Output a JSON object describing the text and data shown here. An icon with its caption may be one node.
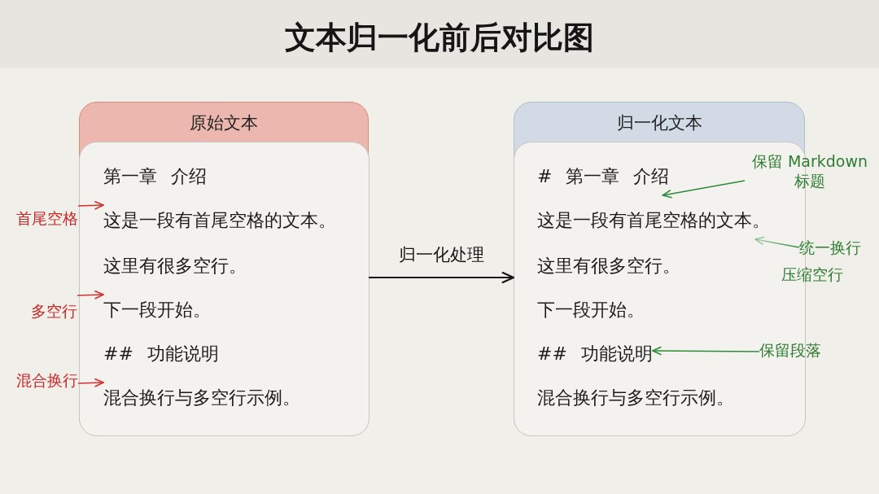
{
  "diagram": {
    "title": "文本归一化前后对比图",
    "nodes": [
      {
        "text": [
          "原始文本"
        ]
      },
      {
        "text": [
          "第一章 介绍"
        ],
        "in": 0
      },
      {
        "text": [
          "这是一段有首尾空格的文本。"
        ],
        "in": 0
      },
      {
        "text": [
          "这里有很多空行。"
        ],
        "in": 0
      },
      {
        "text": [
          "下一段开始。"
        ],
        "in": 0
      },
      {
        "text": [
          "## 功能说明"
        ],
        "in": 0
      },
      {
        "text": [
          "混合换行与多空行示例。"
        ],
        "in": 0
      },
      {
        "text": [
          "归一化文本"
        ]
      },
      {
        "text": [
          "# 第一章 介绍"
        ],
        "in": 7
      },
      {
        "text": [
          "这是一段有首尾空格的文本。"
        ],
        "in": 7
      },
      {
        "text": [
          "这里有很多空行。"
        ],
        "in": 7
      },
      {
        "text": [
          "下一段开始。"
        ],
        "in": 7
      },
      {
        "text": [
          "## 功能说明"
        ],
        "in": 7
      },
      {
        "text": [
          "混合换行与多空行示例。"
        ],
        "in": 7
      },
      {
        "text": [
          "首尾空格"
        ]
      },
      {
        "text": [
          "多空行"
        ]
      },
      {
        "text": [
          "混合换行"
        ]
      },
      {
        "text": [
          "保留 Markdown 标题"
        ]
      },
      {
        "text": [
          "统一换行"
        ]
      },
      {
        "text": [
          "保留段落"
        ]
      }
    ],
    "edges": [
      {
        "from": 0,
        "to": 7,
        "arrow": "to",
        "label": "归一化处理",
        "color": "#161616"
      },
      {
        "from": 14,
        "to": 2,
        "arrow": "to",
        "color": "#d0312d"
      },
      {
        "from": 15,
        "to": 4,
        "arrow": "to",
        "color": "#d0312d"
      },
      {
        "from": 16,
        "to": 6,
        "arrow": "to",
        "color": "#d0312d"
      },
      {
        "from": 17,
        "to": 8,
        "arrow": "to",
        "color": "#2e8b3a"
      },
      {
        "from": 18,
        "to": 9,
        "arrow": "to",
        "color": "#2e8b3a"
      },
      {
        "from": 19,
        "to": 12,
        "arrow": "to",
        "color": "#2e8b3a"
      }
    ],
    "labels": [
      "压缩空行"
    ]
  }
}
